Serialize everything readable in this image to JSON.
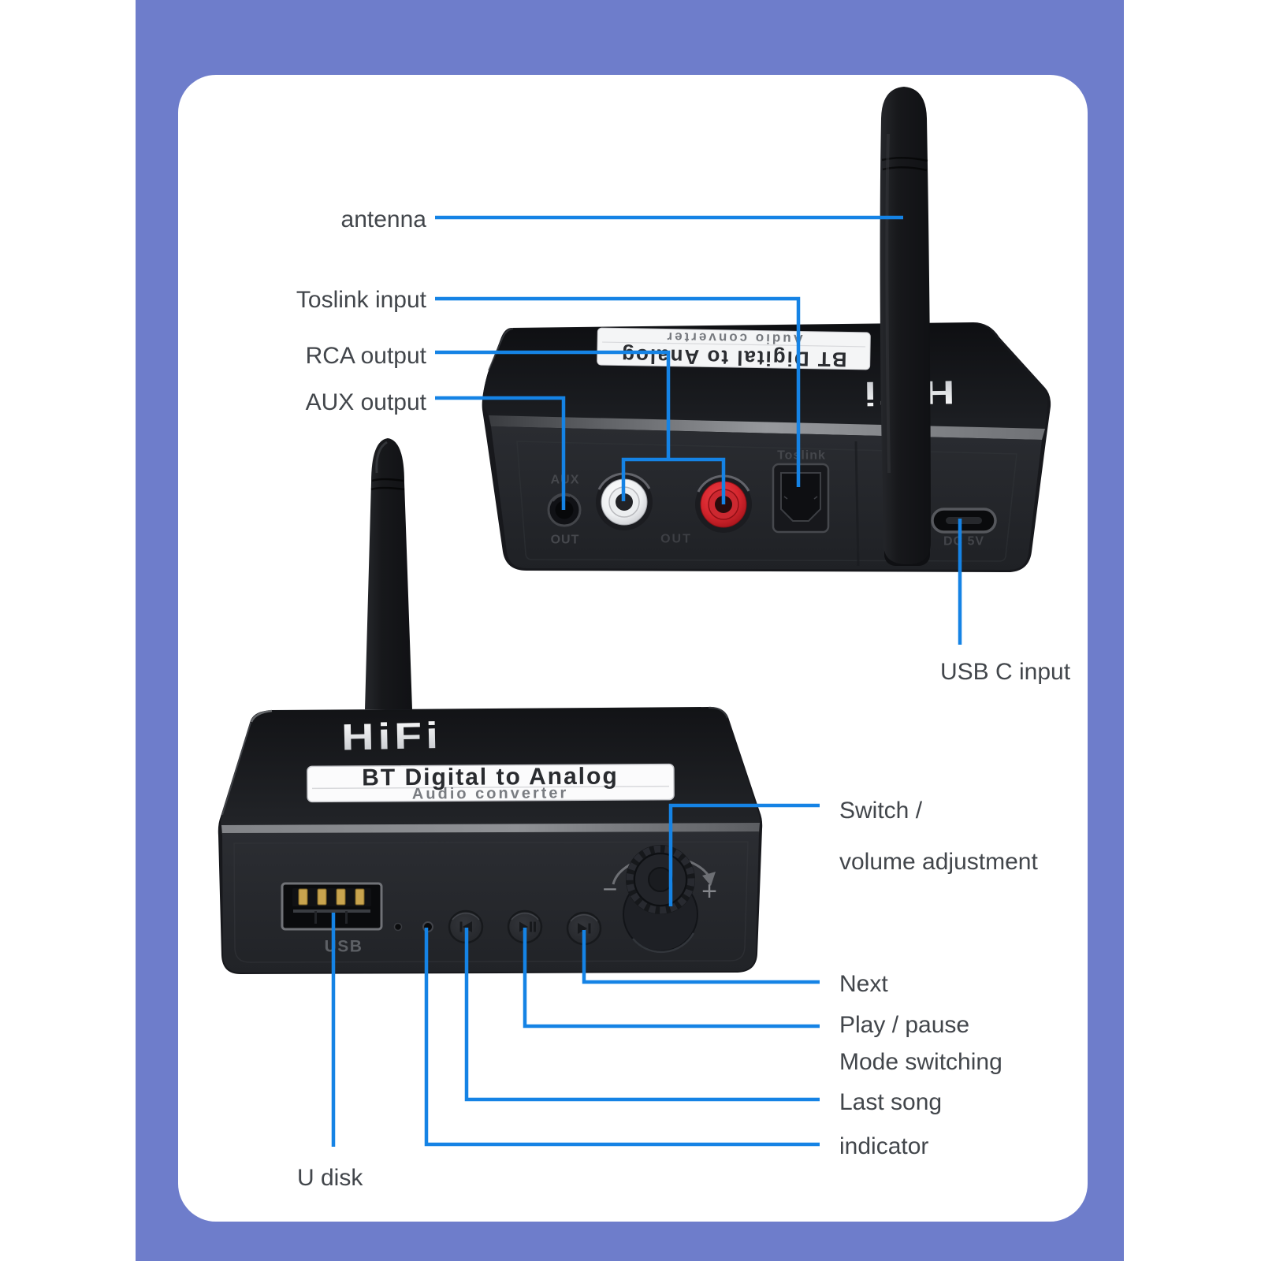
{
  "colors": {
    "frame_blue": "#6e7dcb",
    "leader_blue": "#1583e5",
    "label_text": "#42464b",
    "device_black": "#1a1b1f",
    "rca_red": "#cf2630",
    "rca_white": "#f1f2f4",
    "gold_contacts": "#c9a44e"
  },
  "callouts": {
    "antenna": "antenna",
    "toslink": "Toslink input",
    "rca": "RCA output",
    "aux": "AUX output",
    "usbc": "USB C input",
    "switch_line1": "Switch /",
    "switch_line2": "volume adjustment",
    "next": "Next",
    "play_pause": "Play / pause",
    "mode_switching": "Mode switching",
    "last_song": "Last song",
    "indicator": "indicator",
    "udisk": "U disk"
  },
  "rear_device": {
    "brand": "HiFi",
    "strip_title": "BT Digital to Analog",
    "strip_subtitle": "Audio converter",
    "aux_label_top": "AUX",
    "aux_label_bottom": "OUT",
    "rca_label": "OUT",
    "toslink_label": "Toslink",
    "usbc_label": "DC 5V"
  },
  "front_device": {
    "brand": "HiFi",
    "strip_title": "BT Digital to Analog",
    "strip_subtitle": "Audio converter",
    "usb_label": "USB",
    "volume_minus": "−",
    "volume_plus": "+"
  }
}
